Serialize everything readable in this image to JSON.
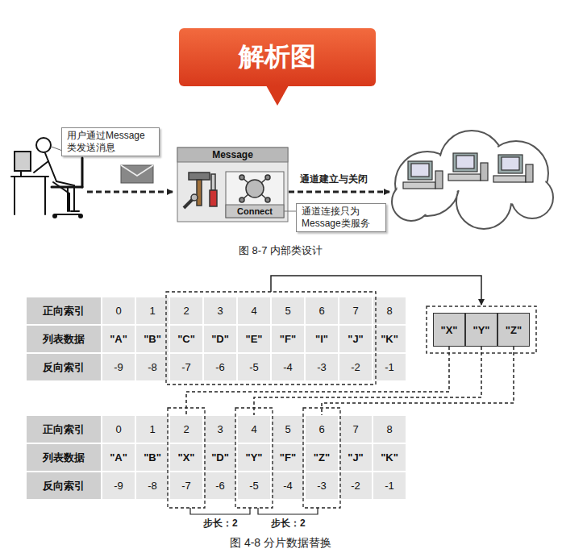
{
  "diagram": {
    "title": "解析图",
    "caption": "图 4-8 分片数据替换",
    "nodes": [
      {
        "text": [
          "用户通过Message类发送消息"
        ]
      },
      {
        "text": [
          "Message"
        ]
      },
      {
        "text": [
          "Connect"
        ],
        "in": 1
      },
      {
        "text": [
          "通道连接只为Message类服务"
        ]
      },
      {
        "text": [
          "正向索引"
        ]
      },
      {
        "text": [
          "0"
        ]
      },
      {
        "text": [
          "1"
        ]
      },
      {
        "text": [
          "2"
        ]
      },
      {
        "text": [
          "3"
        ]
      },
      {
        "text": [
          "4"
        ]
      },
      {
        "text": [
          "5"
        ]
      },
      {
        "text": [
          "6"
        ]
      },
      {
        "text": [
          "7"
        ]
      },
      {
        "text": [
          "8"
        ]
      },
      {
        "text": [
          "列表数据"
        ]
      },
      {
        "text": [
          "\"A\""
        ]
      },
      {
        "text": [
          "\"B\""
        ]
      },
      {
        "text": [
          "\"C\""
        ]
      },
      {
        "text": [
          "\"D\""
        ]
      },
      {
        "text": [
          "\"E\""
        ]
      },
      {
        "text": [
          "\"F\""
        ]
      },
      {
        "text": [
          "\"I\""
        ]
      },
      {
        "text": [
          "\"J\""
        ]
      },
      {
        "text": [
          "\"K\""
        ]
      },
      {
        "text": [
          "反向索引"
        ]
      },
      {
        "text": [
          "-9"
        ]
      },
      {
        "text": [
          "-8"
        ]
      },
      {
        "text": [
          "-7"
        ]
      },
      {
        "text": [
          "-6"
        ]
      },
      {
        "text": [
          "-5"
        ]
      },
      {
        "text": [
          "-4"
        ]
      },
      {
        "text": [
          "-3"
        ]
      },
      {
        "text": [
          "-2"
        ]
      },
      {
        "text": [
          "-1"
        ]
      },
      {
        "text": [
          "\"X\""
        ]
      },
      {
        "text": [
          "\"Y\""
        ]
      },
      {
        "text": [
          "\"Z\""
        ]
      },
      {
        "text": [
          "正向索引"
        ]
      },
      {
        "text": [
          "0"
        ]
      },
      {
        "text": [
          "1"
        ]
      },
      {
        "text": [
          "2"
        ]
      },
      {
        "text": [
          "3"
        ]
      },
      {
        "text": [
          "4"
        ]
      },
      {
        "text": [
          "5"
        ]
      },
      {
        "text": [
          "6"
        ]
      },
      {
        "text": [
          "7"
        ]
      },
      {
        "text": [
          "8"
        ]
      },
      {
        "text": [
          "列表数据"
        ]
      },
      {
        "text": [
          "\"A\""
        ]
      },
      {
        "text": [
          "\"B\""
        ]
      },
      {
        "text": [
          "\"X\""
        ]
      },
      {
        "text": [
          "\"D\""
        ]
      },
      {
        "text": [
          "\"Y\""
        ]
      },
      {
        "text": [
          "\"F\""
        ]
      },
      {
        "text": [
          "\"Z\""
        ]
      },
      {
        "text": [
          "\"J\""
        ]
      },
      {
        "text": [
          "\"K\""
        ]
      },
      {
        "text": [
          "反向索引"
        ]
      },
      {
        "text": [
          "-9"
        ]
      },
      {
        "text": [
          "-8"
        ]
      },
      {
        "text": [
          "-7"
        ]
      },
      {
        "text": [
          "-6"
        ]
      },
      {
        "text": [
          "-5"
        ]
      },
      {
        "text": [
          "-4"
        ]
      },
      {
        "text": [
          "-3"
        ]
      },
      {
        "text": [
          "-2"
        ]
      },
      {
        "text": [
          "-1"
        ]
      }
    ],
    "edges": [
      {
        "from": 3,
        "to": 2,
        "arrow": "none"
      },
      {
        "from": 34,
        "to": 50,
        "arrow": "to"
      },
      {
        "from": 35,
        "to": 52,
        "arrow": "to"
      },
      {
        "from": 36,
        "to": 54,
        "arrow": "to"
      }
    ],
    "labels": [
      "图 8-7 内部类设计",
      "通道建立与关闭",
      "步长：2",
      "步长：2"
    ]
  }
}
